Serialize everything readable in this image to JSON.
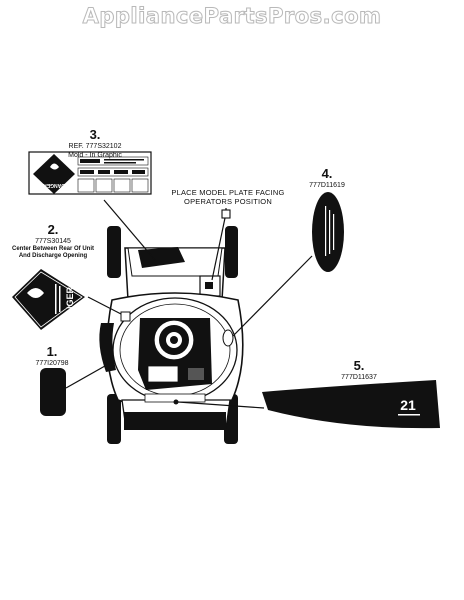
{
  "watermark": "AppliancePartsPros.com",
  "callouts": [
    {
      "number": "1.",
      "part_number": "777I20798"
    },
    {
      "number": "2.",
      "part_number": "777S30145",
      "note_line1": "Center Between Rear Of Unit",
      "note_line2": "And Discharge Opening"
    },
    {
      "number": "3.",
      "part_number": "REF. 777S32102",
      "note": "Mold - In Graphic"
    },
    {
      "number": "4.",
      "part_number": "777D11619"
    },
    {
      "number": "5.",
      "part_number": "777D11637"
    }
  ],
  "plate_note": {
    "line1": "PLACE MODEL PLATE FACING",
    "line2": "OPERATORS POSITION"
  },
  "decals": {
    "danger_word": "DANGER",
    "banner_number": "21"
  },
  "colors": {
    "ink": "#111111",
    "watermark_outline": "#b9b9b9"
  }
}
